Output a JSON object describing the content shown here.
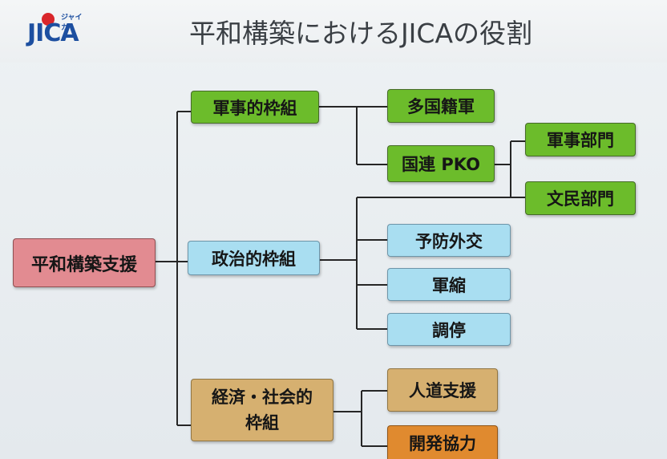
{
  "title": "平和構築におけるJICAの役割",
  "logo": {
    "text": "JICA",
    "kana": "ジャイカ",
    "mark_color": "#d9262b",
    "text_color": "#1d4fa0"
  },
  "colors": {
    "military": "#6cbc2b",
    "political": "#a9def1",
    "root": "#e28b91",
    "economic": "#d6b070",
    "development": "#e08a2f",
    "lines": "#262626"
  },
  "nodes": {
    "root": "平和構築支援",
    "military_framework": "軍事的枠組",
    "multinational_forces": "多国籍軍",
    "un_pko": "国連 PKO",
    "military_component": "軍事部門",
    "civilian_component": "文民部門",
    "political_framework": "政治的枠組",
    "preventive_diplomacy": "予防外交",
    "disarmament": "軍縮",
    "mediation": "調停",
    "economic_social_framework_line1": "経済・社会的",
    "economic_social_framework_line2": "枠組",
    "humanitarian_aid": "人道支援",
    "development_cooperation": "開発協力"
  }
}
